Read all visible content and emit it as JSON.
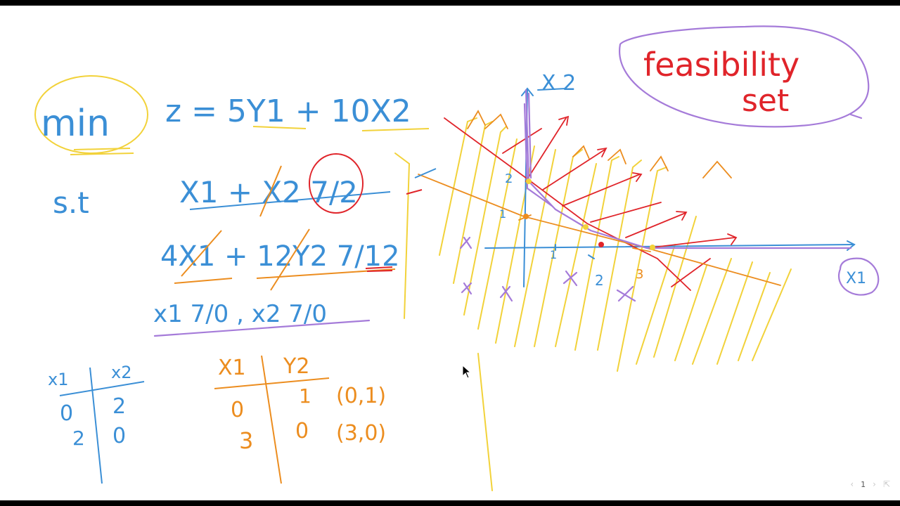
{
  "colors": {
    "blue": "#3b8fd6",
    "red": "#e0242a",
    "orange": "#ec8d1f",
    "yellow": "#f2d23a",
    "purple": "#a57bd9",
    "background": "#ffffff"
  },
  "objective": {
    "min": "min",
    "equation": "z = 5Y1 + 10X2"
  },
  "constraints": {
    "st": "s.t",
    "c1": "X1 + X2 7/2",
    "c2": "4X1 + 12Y2 7/12",
    "nonneg": "x1 7/0  , x2 7/0"
  },
  "table_left": {
    "headers": [
      "x1",
      "x2"
    ],
    "rows": [
      [
        "0",
        "2"
      ],
      [
        "2",
        "0"
      ]
    ]
  },
  "table_right": {
    "headers": [
      "X1",
      "Y2"
    ],
    "rows": [
      [
        "0",
        "1",
        "(0,1)"
      ],
      [
        "3",
        "0",
        "(3,0)"
      ]
    ]
  },
  "graph": {
    "x_axis_label": "X1",
    "y_axis_label": "X 2",
    "tick_y": "2",
    "tick_x1": "1",
    "tick_x2": "2",
    "tick_x3": "3",
    "tick_y1": "1"
  },
  "note": {
    "line1": "feasibility",
    "line2": "set"
  },
  "pager": {
    "prev": "‹",
    "page": "1",
    "next": "›",
    "pop": "⇱"
  },
  "cursor_icon": "arrow-cursor-icon"
}
